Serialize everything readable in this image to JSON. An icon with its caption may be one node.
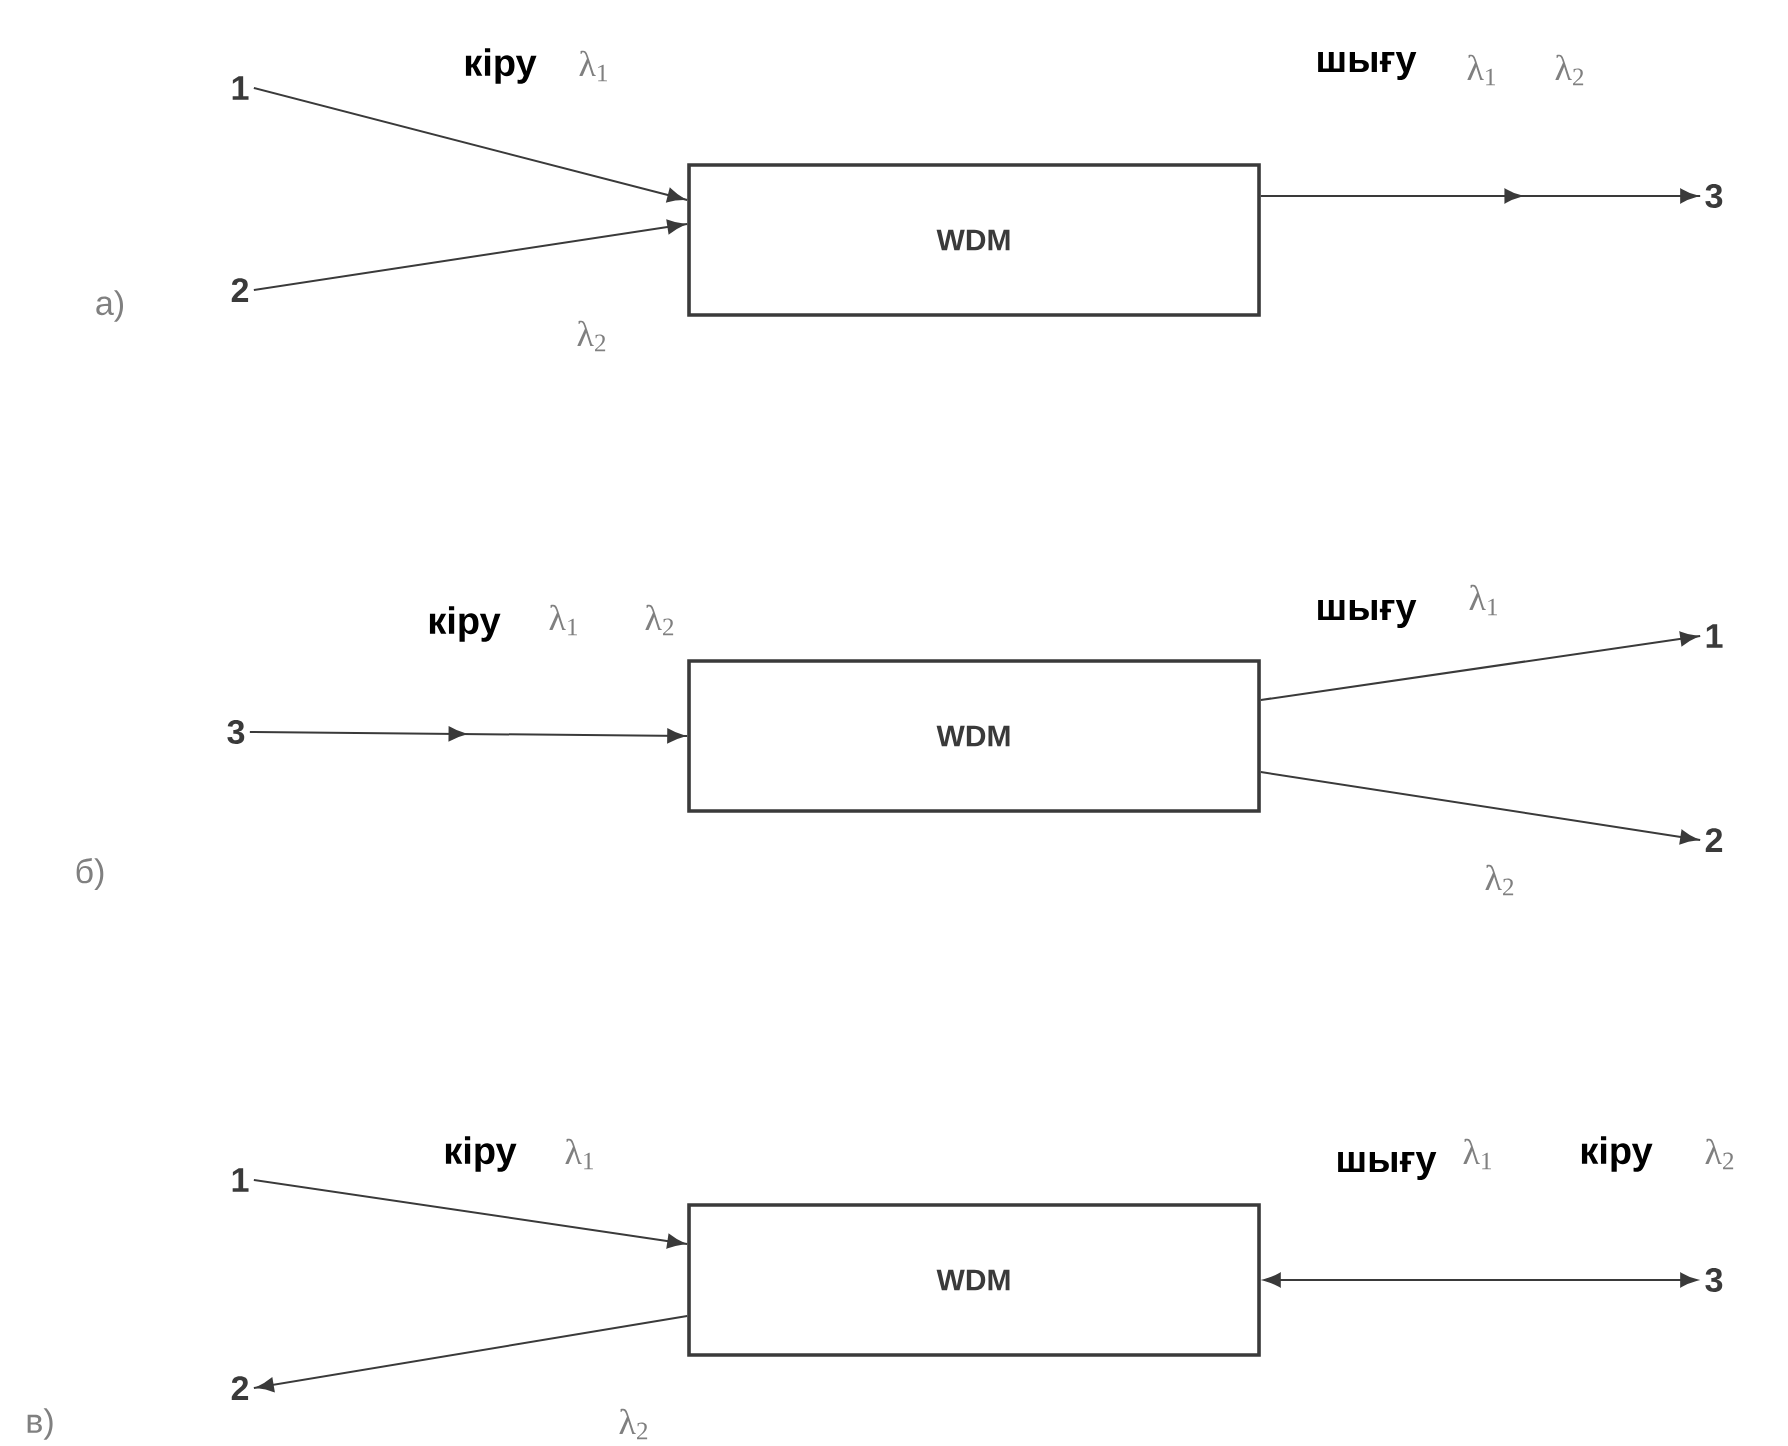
{
  "diagram": {
    "nodes": [
      {
        "text": [
          "WDM"
        ]
      },
      {
        "text": [
          "1"
        ]
      },
      {
        "text": [
          "2"
        ]
      },
      {
        "text": [
          "3"
        ]
      },
      {
        "text": [
          "WDM"
        ]
      },
      {
        "text": [
          "3"
        ]
      },
      {
        "text": [
          "1"
        ]
      },
      {
        "text": [
          "2"
        ]
      },
      {
        "text": [
          "WDM"
        ]
      },
      {
        "text": [
          "1"
        ]
      },
      {
        "text": [
          "2"
        ]
      },
      {
        "text": [
          "3"
        ]
      }
    ],
    "edges": [
      {
        "from": 1,
        "to": 0,
        "arrow": "to"
      },
      {
        "from": 2,
        "to": 0,
        "arrow": "to"
      },
      {
        "from": 0,
        "to": 3,
        "arrow": "to"
      },
      {
        "from": 5,
        "to": 4,
        "arrow": "to"
      },
      {
        "from": 4,
        "to": 6,
        "arrow": "to"
      },
      {
        "from": 4,
        "to": 7,
        "arrow": "to"
      },
      {
        "from": 9,
        "to": 8,
        "arrow": "to"
      },
      {
        "from": 8,
        "to": 10,
        "arrow": "to"
      },
      {
        "from": 8,
        "to": 11,
        "arrow": "both"
      }
    ],
    "labels": [
      "кіру",
      "λ$_{1}$",
      "шығу",
      "λ$_{1}$",
      "λ$_{2}$",
      "а)",
      "λ$_{2}$",
      "кіру",
      "λ$_{1}$",
      "λ$_{2}$",
      "шығу",
      "λ$_{1}$",
      "б)",
      "λ$_{2}$",
      "кіру",
      "λ$_{1}$",
      "шығу",
      "λ$_{1}$",
      "кіру",
      "λ$_{2}$",
      "в)",
      "λ$_{2}$"
    ]
  }
}
